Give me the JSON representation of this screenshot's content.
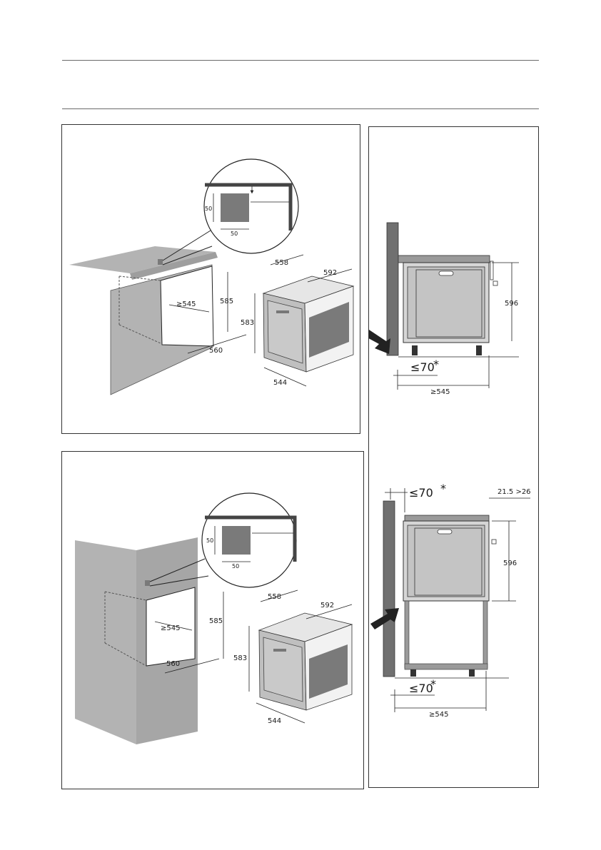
{
  "colors": {
    "cabinet": "#b3b3b3",
    "cabinet_dark": "#8c8c8c",
    "oven": "#d6d6d6",
    "vent": "#7a7a7a",
    "wall": "#707070"
  },
  "panel_undercounter": {
    "detail_vent_w": "50",
    "detail_vent_h": "50",
    "niche_depth": "≥545",
    "niche_height": "585",
    "niche_width": "560",
    "oven_width_top": "558",
    "oven_depth_top": "592",
    "oven_height": "583",
    "oven_width_bottom": "544"
  },
  "panel_column": {
    "detail_vent_w": "50",
    "detail_vent_h": "50",
    "niche_depth": "≥545",
    "niche_height": "585",
    "niche_width": "560",
    "oven_width_top": "558",
    "oven_depth_top": "592",
    "oven_height": "583",
    "oven_width_bottom": "544"
  },
  "panel_side": {
    "top": {
      "height": "596",
      "gap": "≤70",
      "gap_mark": "*",
      "depth": "≥545"
    },
    "bottom": {
      "gap_top": "≤70",
      "gap_top_mark": "*",
      "panel_thickness": "21.5 >26",
      "height": "596",
      "gap_bottom": "≤70",
      "gap_bottom_mark": "*",
      "depth": "≥545"
    }
  }
}
